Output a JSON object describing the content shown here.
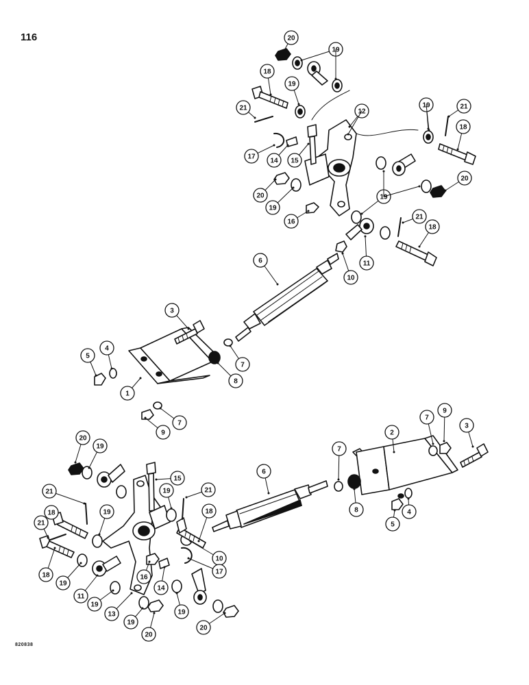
{
  "page_number": "116",
  "figure_code": "820838",
  "callouts": {
    "c1": "1",
    "c2": "2",
    "c3": "3",
    "c4": "4",
    "c5": "5",
    "c6": "6",
    "c7": "7",
    "c8": "8",
    "c9": "9",
    "c10": "10",
    "c11": "11",
    "c12": "12",
    "c13": "13",
    "c14": "14",
    "c15": "15",
    "c16": "16",
    "c17": "17",
    "c18": "18",
    "c19": "19",
    "c20": "20",
    "c21": "21"
  }
}
